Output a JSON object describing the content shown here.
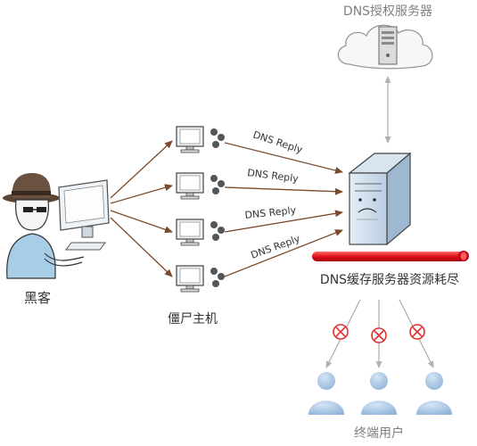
{
  "labels": {
    "authoritative_server": "DNS授权服务器",
    "hacker": "黑客",
    "zombies": "僵尸主机",
    "cache_exhausted": "DNS缓存服务器资源耗尽",
    "end_users": "终端用户"
  },
  "replies": [
    "DNS Reply",
    "DNS Reply",
    "DNS Reply",
    "DNS Reply"
  ],
  "colors": {
    "arrow": "#7a4a2a",
    "label_text": "#7f7f7f",
    "red_bar": "#e0101a",
    "block_symbol": "#e03030",
    "user_fill": "#a9c7e6",
    "server_fill": "#c8d8ea",
    "cloud_stroke": "#9a9a9a"
  },
  "icons": {
    "hacker": "hacker-icon",
    "monitor": "monitor-icon",
    "bug": "bug-icon",
    "server": "server-icon",
    "cloud": "cloud-icon",
    "user": "user-icon",
    "block": "block-icon"
  }
}
